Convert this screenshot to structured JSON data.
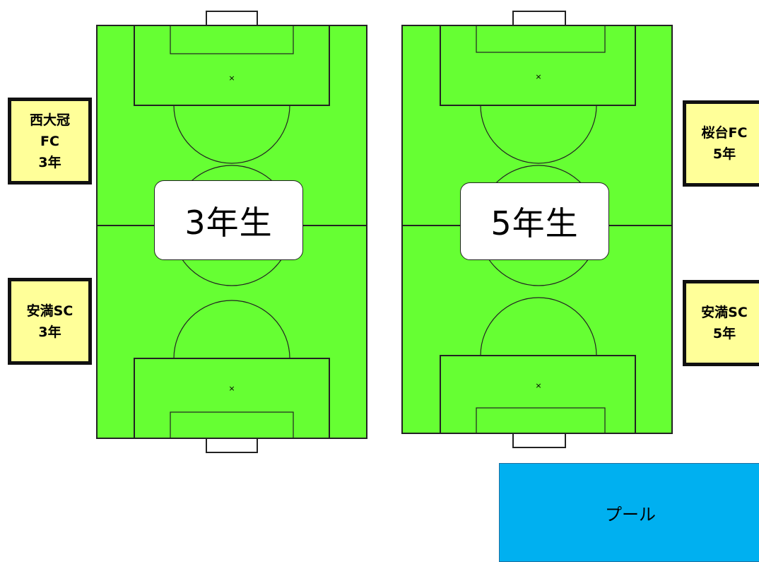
{
  "fields": [
    {
      "label": "3年生"
    },
    {
      "label": "5年生"
    }
  ],
  "teams": {
    "nishi_ookanmuri": {
      "lines": [
        "西大冠",
        "FC",
        "3年"
      ]
    },
    "anman_sc_3": {
      "lines": [
        "安満SC",
        "3年"
      ]
    },
    "sakuradai_fc_5": {
      "lines": [
        "桜台FC",
        "5年"
      ]
    },
    "anman_sc_5": {
      "lines": [
        "安満SC",
        "5年"
      ]
    }
  },
  "pool": {
    "label": "プール"
  },
  "colors": {
    "grass": "#66ff33",
    "team_box": "#ffff99",
    "pool": "#00b0f0",
    "line": "#1a1a1a"
  }
}
